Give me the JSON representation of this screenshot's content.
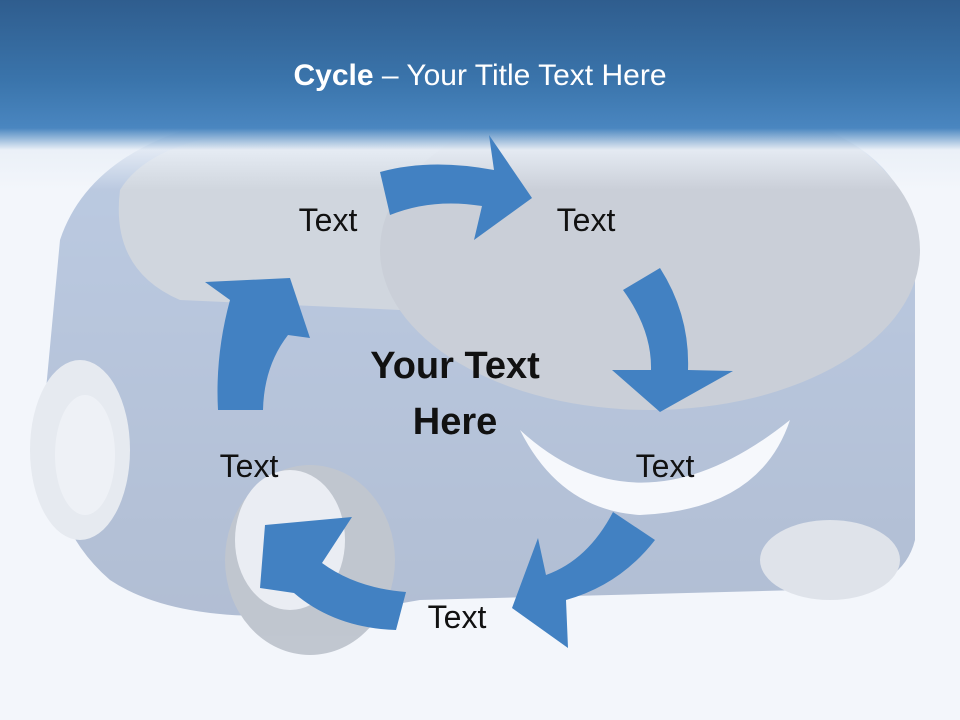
{
  "title": {
    "bold": "Cycle",
    "rest": " – Your Title Text Here"
  },
  "center_text": {
    "line1": "Your Text",
    "line2": "Here"
  },
  "cycle": {
    "nodes": [
      {
        "label": "Text"
      },
      {
        "label": "Text"
      },
      {
        "label": "Text"
      },
      {
        "label": "Text"
      },
      {
        "label": "Text"
      }
    ]
  },
  "colors": {
    "header": "#3a74ab",
    "arrow": "#4281c2",
    "car_body": "#3a5f9c"
  }
}
